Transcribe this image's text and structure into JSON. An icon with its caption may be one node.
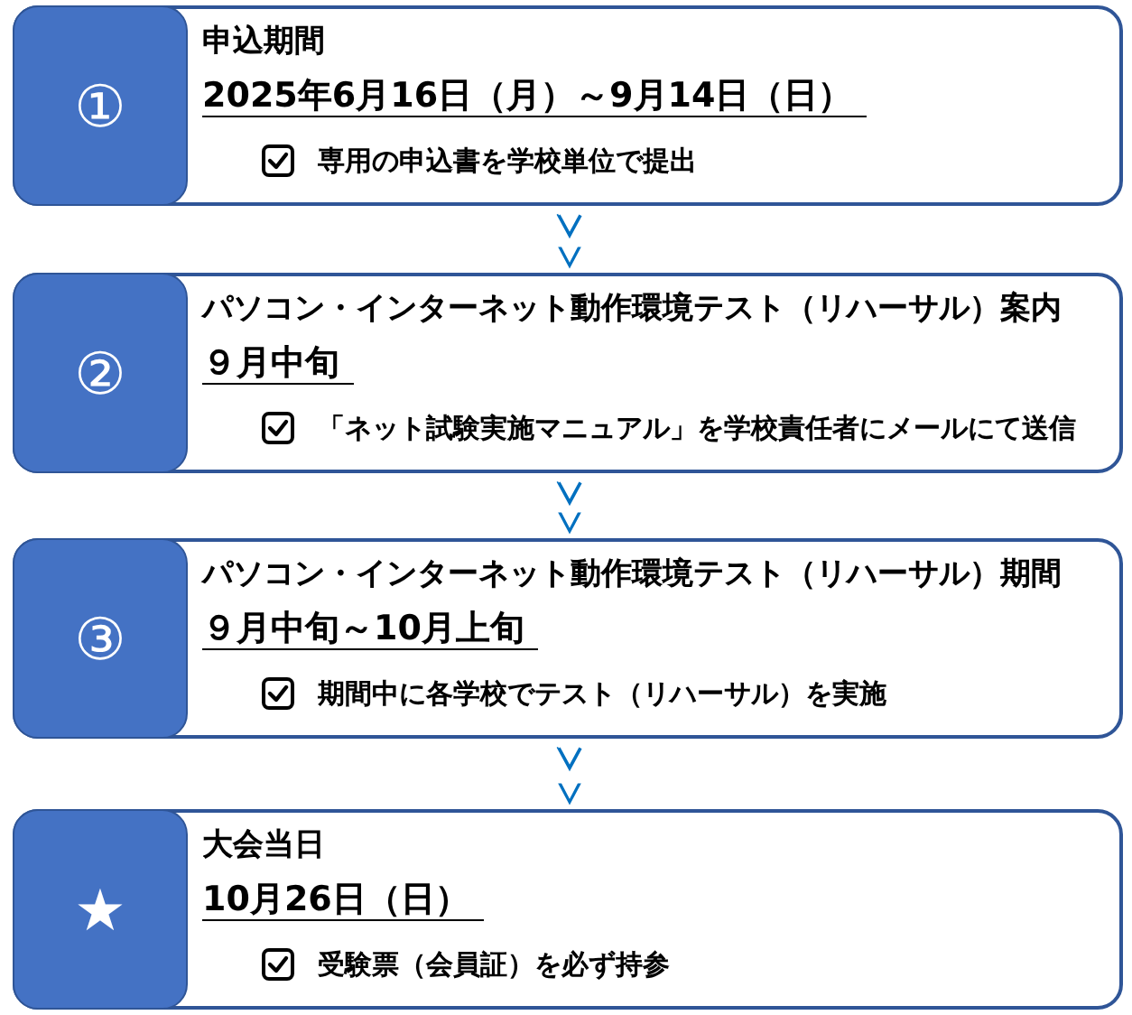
{
  "diagram": {
    "nodes": [
      {
        "text": [
          "申込期間",
          "2025年6月16日（月）～9月14日（日）",
          "専用の申込書を学校単位で提出"
        ]
      },
      {
        "text": [
          "①"
        ],
        "in": 0
      },
      {
        "text": [
          "パソコン・インターネット動作環境テスト（リハーサル）案内",
          "９月中旬",
          "「ネット試験実施マニュアル」を学校責任者にメールにて送信"
        ]
      },
      {
        "text": [
          "②"
        ],
        "in": 2
      },
      {
        "text": [
          "パソコン・インターネット動作環境テスト（リハーサル）期間",
          "９月中旬～10月上旬",
          "期間中に各学校でテスト（リハーサル）を実施"
        ]
      },
      {
        "text": [
          "③"
        ],
        "in": 4
      },
      {
        "text": [
          "大会当日",
          "10月26日（日）",
          "受験票（会員証）を必ず持参"
        ]
      },
      {
        "text": [
          "★"
        ],
        "in": 6
      }
    ],
    "edges": [
      {
        "from": 0,
        "to": 2,
        "arrow": "to"
      },
      {
        "from": 2,
        "to": 4,
        "arrow": "to"
      },
      {
        "from": 4,
        "to": 6,
        "arrow": "to"
      }
    ]
  }
}
